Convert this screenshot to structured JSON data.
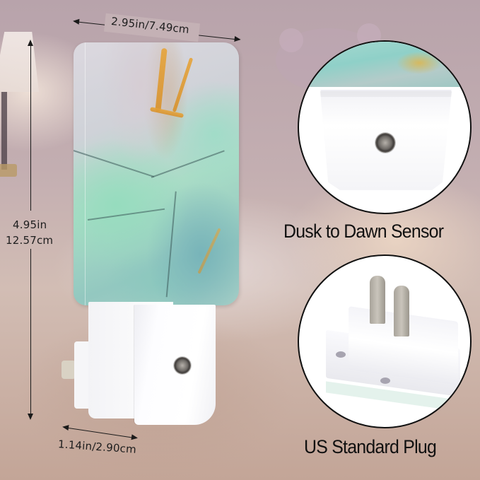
{
  "dimensions": {
    "width_label": "2.95in/7.49cm",
    "height_label_in": "4.95in",
    "height_label_cm": "12.57cm",
    "depth_label": "1.14in/2.90cm"
  },
  "callouts": [
    {
      "label": "Dusk to Dawn Sensor",
      "icon": "light-sensor-icon"
    },
    {
      "label": "US Standard Plug",
      "icon": "plug-prongs-icon"
    }
  ],
  "colors": {
    "text": "#111111",
    "marble_teal": "#93c8c0",
    "marble_gold": "#e6a43a",
    "plastic_white": "#ffffff"
  }
}
